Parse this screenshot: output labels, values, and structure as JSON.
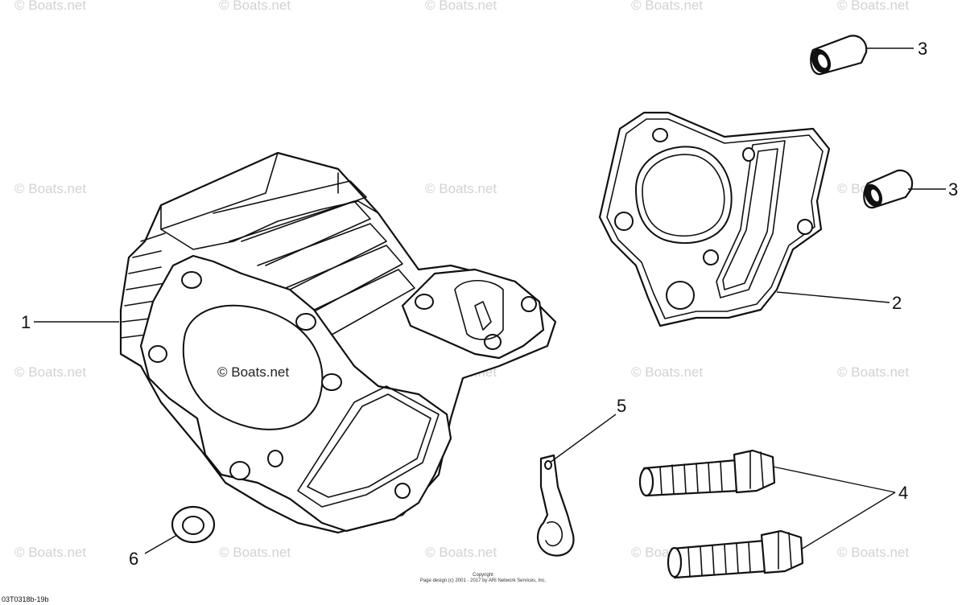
{
  "diagram": {
    "watermark_text": "© Boats.net",
    "inner_watermark": "© Boats.net",
    "callouts": {
      "c1": "1",
      "c2": "2",
      "c3a": "3",
      "c3b": "3",
      "c4": "4",
      "c5": "5",
      "c6": "6"
    },
    "copyright_line1": "Copyright",
    "copyright_line2": "Page design (c) 2001 - 2017 by ARI Network Services, Inc.",
    "diagram_id": "03T0318b-19b"
  }
}
